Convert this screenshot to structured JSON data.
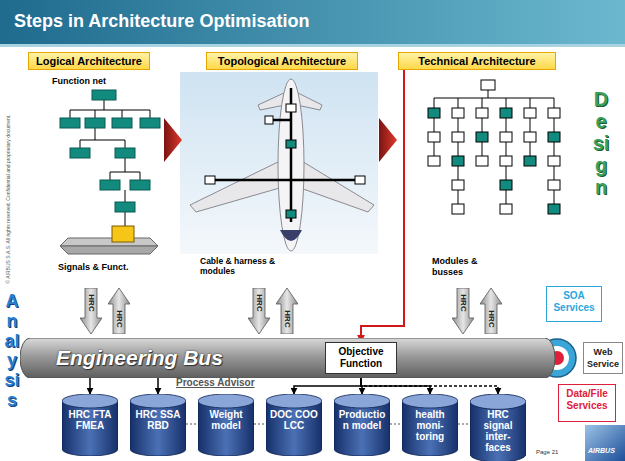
{
  "diagram": {
    "title": "Steps in Architecture Optimisation",
    "nodes": [
      {
        "text": [
          "Logical Architecture"
        ]
      },
      {
        "text": [
          "Topological Architecture"
        ]
      },
      {
        "text": [
          "Technical Architecture"
        ]
      },
      {
        "text": [
          "HRC"
        ]
      },
      {
        "text": [
          "HRC"
        ]
      },
      {
        "text": [
          "HRC"
        ]
      },
      {
        "text": [
          "HRC"
        ]
      },
      {
        "text": [
          "HRC"
        ]
      },
      {
        "text": [
          "HRC"
        ]
      },
      {
        "text": [
          "SOA Services"
        ]
      },
      {
        "text": [
          "Engineering Bus"
        ]
      },
      {
        "text": [
          "Objective Function"
        ],
        "in": 10
      },
      {
        "text": [
          "Web Service"
        ]
      },
      {
        "text": [
          "Data/File Services"
        ]
      },
      {
        "text": [
          "HRC FTA FMEA"
        ]
      },
      {
        "text": [
          "HRC SSA RBD"
        ]
      },
      {
        "text": [
          "Weight model"
        ]
      },
      {
        "text": [
          "DOC COO LCC"
        ]
      },
      {
        "text": [
          "Production model"
        ]
      },
      {
        "text": [
          "health moni-toring"
        ]
      },
      {
        "text": [
          "HRC signal inter-faces"
        ]
      }
    ],
    "edges": [
      {
        "from": 2,
        "to": 11,
        "arrow": "to"
      },
      {
        "from": 10,
        "to": 14,
        "arrow": "to"
      },
      {
        "from": 10,
        "to": 15,
        "arrow": "to"
      },
      {
        "from": 11,
        "to": 17,
        "arrow": "to"
      },
      {
        "from": 11,
        "to": 18,
        "arrow": "to"
      },
      {
        "from": 11,
        "to": 19,
        "arrow": "to"
      },
      {
        "from": 11,
        "to": 20,
        "arrow": "to"
      }
    ],
    "labels": [
      "Function net",
      "Signals & Funct.",
      "Cable & harness & modules",
      "Modules & busses",
      "Process Advisor",
      "Design",
      "Analysis",
      "Page 21",
      "AIRBUS",
      "© AIRBUS S.A.S. All rights reserved. Confidential and proprietary document."
    ]
  }
}
